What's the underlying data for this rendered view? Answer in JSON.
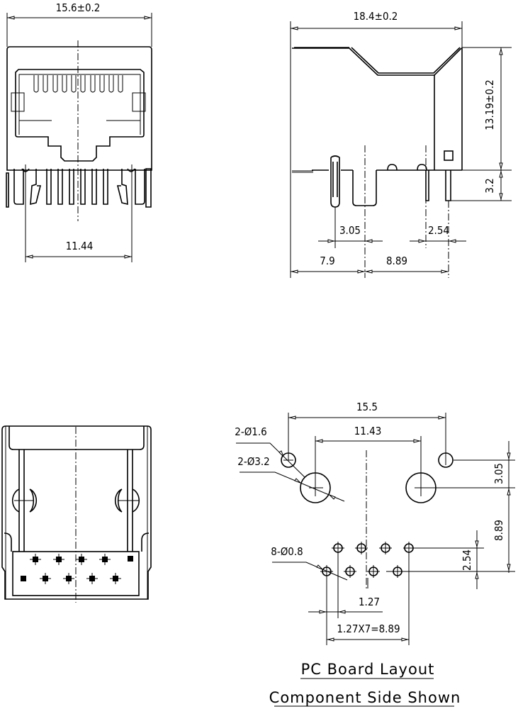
{
  "front_view": {
    "width_dim": "15.6±0.2",
    "pin_span_dim": "11.44"
  },
  "side_view": {
    "length_dim": "18.4±0.2",
    "height_dim": "13.19±0.2",
    "pin_length_dim": "3.2",
    "post_offset_dim": "3.05",
    "pin_pitch_dim": "2.54",
    "front_to_post_dim": "7.9",
    "post_to_pin_dim": "8.89"
  },
  "pcb_layout": {
    "outer_span_dim": "15.5",
    "inner_span_dim": "11.43",
    "small_hole_label": "2-Ø1.6",
    "large_hole_label": "2-Ø3.2",
    "pin_hole_label": "8-Ø0.8",
    "vert_offset_dim": "3.05",
    "vert_row_dim": "8.89",
    "row_pitch_dim": "2.54",
    "pin_offset_dim": "1.27",
    "pin_span_dim": "1.27X7=8.89",
    "title": "PC Board Layout",
    "subtitle": "Component Side Shown"
  }
}
